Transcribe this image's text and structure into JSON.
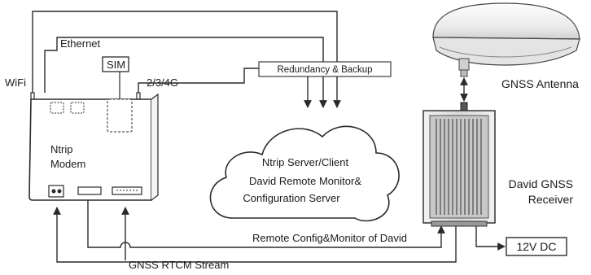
{
  "labels": {
    "wifi": "WiFi",
    "ethernet": "Ethernet",
    "sim": "SIM",
    "cellular": "2/3/4G",
    "redundancy": "Redundancy & Backup",
    "modem_line1": "Ntrip",
    "modem_line2": "Modem",
    "cloud_line1": "Ntrip Server/Client",
    "cloud_line2": "David Remote Monitor&",
    "cloud_line3": "Configuration Server",
    "antenna": "GNSS Antenna",
    "receiver_line1": "David GNSS",
    "receiver_line2": "Receiver",
    "power": "12V DC",
    "remote_config": "Remote Config&Monitor of David",
    "rtcm_stream": "GNSS RTCM Stream"
  }
}
